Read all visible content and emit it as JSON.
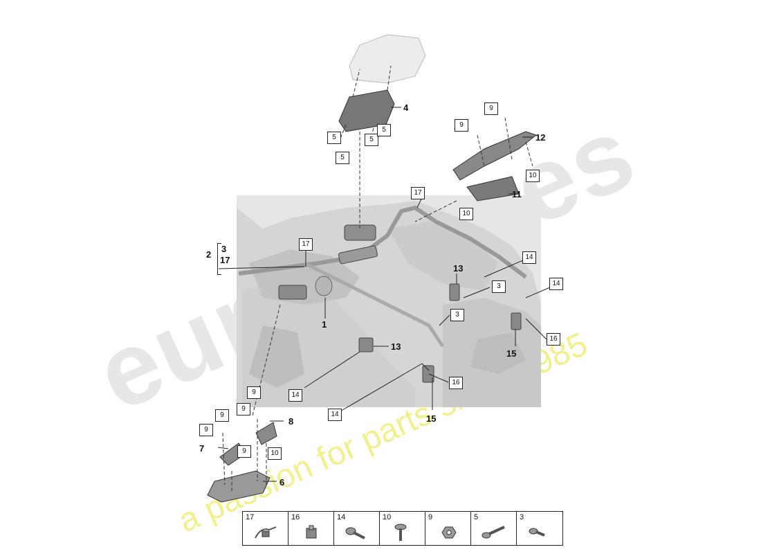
{
  "watermark": {
    "brand": "eurospares",
    "tagline": "a passion for parts since 1985"
  },
  "callouts": {
    "n1": "1",
    "n2": "2",
    "n3": "3",
    "n17": "17",
    "n4": "4",
    "n6": "6",
    "n7": "7",
    "n8": "8",
    "n11": "11",
    "n12": "12",
    "n13a": "13",
    "n13b": "13",
    "n15a": "15",
    "n15b": "15"
  },
  "boxed": {
    "b5a": "5",
    "b5b": "5",
    "b5c": "5",
    "b5d": "5",
    "b9a": "9",
    "b9b": "9",
    "b9c": "9",
    "b9d": "9",
    "b9e": "9",
    "b9f": "9",
    "b9g": "9",
    "b10a": "10",
    "b10b": "10",
    "b10c": "10",
    "b17a": "17",
    "b17b": "17",
    "b14a": "14",
    "b14b": "14",
    "b14c": "14",
    "b14d": "14",
    "b3a": "3",
    "b3b": "3",
    "b16a": "16",
    "b16b": "16"
  },
  "legend": [
    {
      "num": "17",
      "icon": "wiring-clip-icon"
    },
    {
      "num": "16",
      "icon": "clip-nut-icon"
    },
    {
      "num": "14",
      "icon": "long-bolt-icon"
    },
    {
      "num": "10",
      "icon": "flange-bolt-icon"
    },
    {
      "num": "9",
      "icon": "hex-nut-icon"
    },
    {
      "num": "5",
      "icon": "screw-icon"
    },
    {
      "num": "3",
      "icon": "short-screw-icon"
    }
  ]
}
